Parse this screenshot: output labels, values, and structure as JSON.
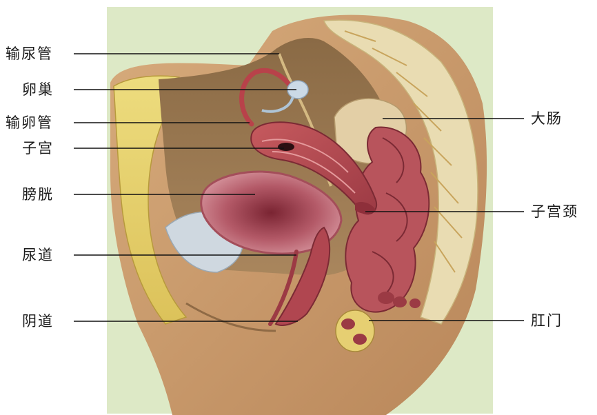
{
  "figure": {
    "labels_left": [
      {
        "id": "ureter",
        "text": "输尿管"
      },
      {
        "id": "ovary",
        "text": "卵巢"
      },
      {
        "id": "fallopian-tube",
        "text": "输卵管"
      },
      {
        "id": "uterus",
        "text": "子宫"
      },
      {
        "id": "bladder",
        "text": "膀胱"
      },
      {
        "id": "urethra",
        "text": "尿道"
      },
      {
        "id": "vagina",
        "text": "阴道"
      }
    ],
    "labels_right": [
      {
        "id": "large-intestine",
        "text": "大肠"
      },
      {
        "id": "cervix",
        "text": "子宫颈"
      },
      {
        "id": "anus",
        "text": "肛门"
      }
    ]
  },
  "colors": {
    "background_panel": "#dde9c6",
    "skin": "#c8996a",
    "fat_yellow": "#e8d36a",
    "muscle_red": "#b0464e",
    "bone": "#e9dcb2",
    "bladder_pink": "#c97a86",
    "leader_line": "#111111"
  }
}
